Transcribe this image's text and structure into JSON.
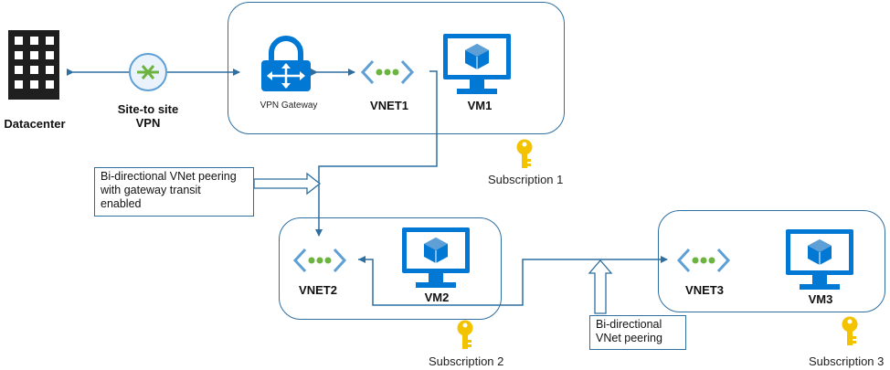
{
  "datacenter": {
    "label": "Datacenter"
  },
  "site_to_site": {
    "line1": "Site-to site",
    "line2": "VPN"
  },
  "vpn_gateway": {
    "label": "VPN Gateway"
  },
  "vnet1": {
    "label": "VNET1"
  },
  "vm1": {
    "label": "VM1"
  },
  "vnet2": {
    "label": "VNET2"
  },
  "vm2": {
    "label": "VM2"
  },
  "vnet3": {
    "label": "VNET3"
  },
  "vm3": {
    "label": "VM3"
  },
  "subscriptions": {
    "s1": "Subscription 1",
    "s2": "Subscription 2",
    "s3": "Subscription 3"
  },
  "callouts": {
    "gateway_transit": {
      "line1": "Bi-directional VNet peering",
      "line2": "with gateway transit",
      "line3": "enabled"
    },
    "peering": {
      "line1": "Bi-directional",
      "line2": "VNet peering"
    }
  },
  "colors": {
    "azure_blue": "#0078d4",
    "line_blue": "#2f6f9f",
    "peer_green": "#6cb33f",
    "key_yellow": "#f3c300"
  }
}
